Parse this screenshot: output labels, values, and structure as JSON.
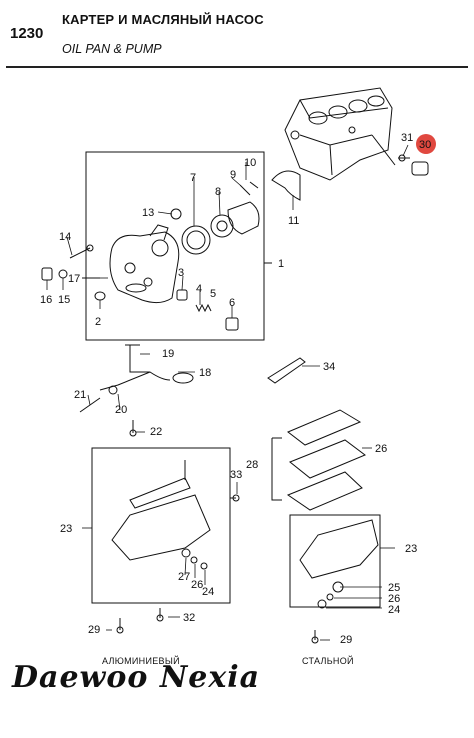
{
  "header": {
    "code": "1230",
    "title_ru": "КАРТЕР И МАСЛЯНЫЙ НАСОС",
    "title_en": "OIL PAN & PUMP"
  },
  "callouts": {
    "n1": "1",
    "n2": "2",
    "n3": "3",
    "n4": "4",
    "n5": "5",
    "n6": "6",
    "n7": "7",
    "n8": "8",
    "n9": "9",
    "n10": "10",
    "n11": "11",
    "n13": "13",
    "n14": "14",
    "n15": "15",
    "n16": "16",
    "n17": "17",
    "n18": "18",
    "n19": "19",
    "n20": "20",
    "n21": "21",
    "n22": "22",
    "n23a": "23",
    "n23b": "23",
    "n24a": "24",
    "n24b": "24",
    "n25": "25",
    "n26a": "26",
    "n26b": "26",
    "n26c": "26",
    "n27": "27",
    "n28": "28",
    "n29a": "29",
    "n29b": "29",
    "n30": "30",
    "n31": "31",
    "n32": "32",
    "n33": "33",
    "n34": "34"
  },
  "captions": {
    "aluminum": "АЛЮМИНИЕВЫЙ",
    "steel": "СТАЛЬНОЙ"
  },
  "brand": "Daewoo Nexia",
  "colors": {
    "highlight": "#e0483f",
    "ink": "#111111"
  }
}
